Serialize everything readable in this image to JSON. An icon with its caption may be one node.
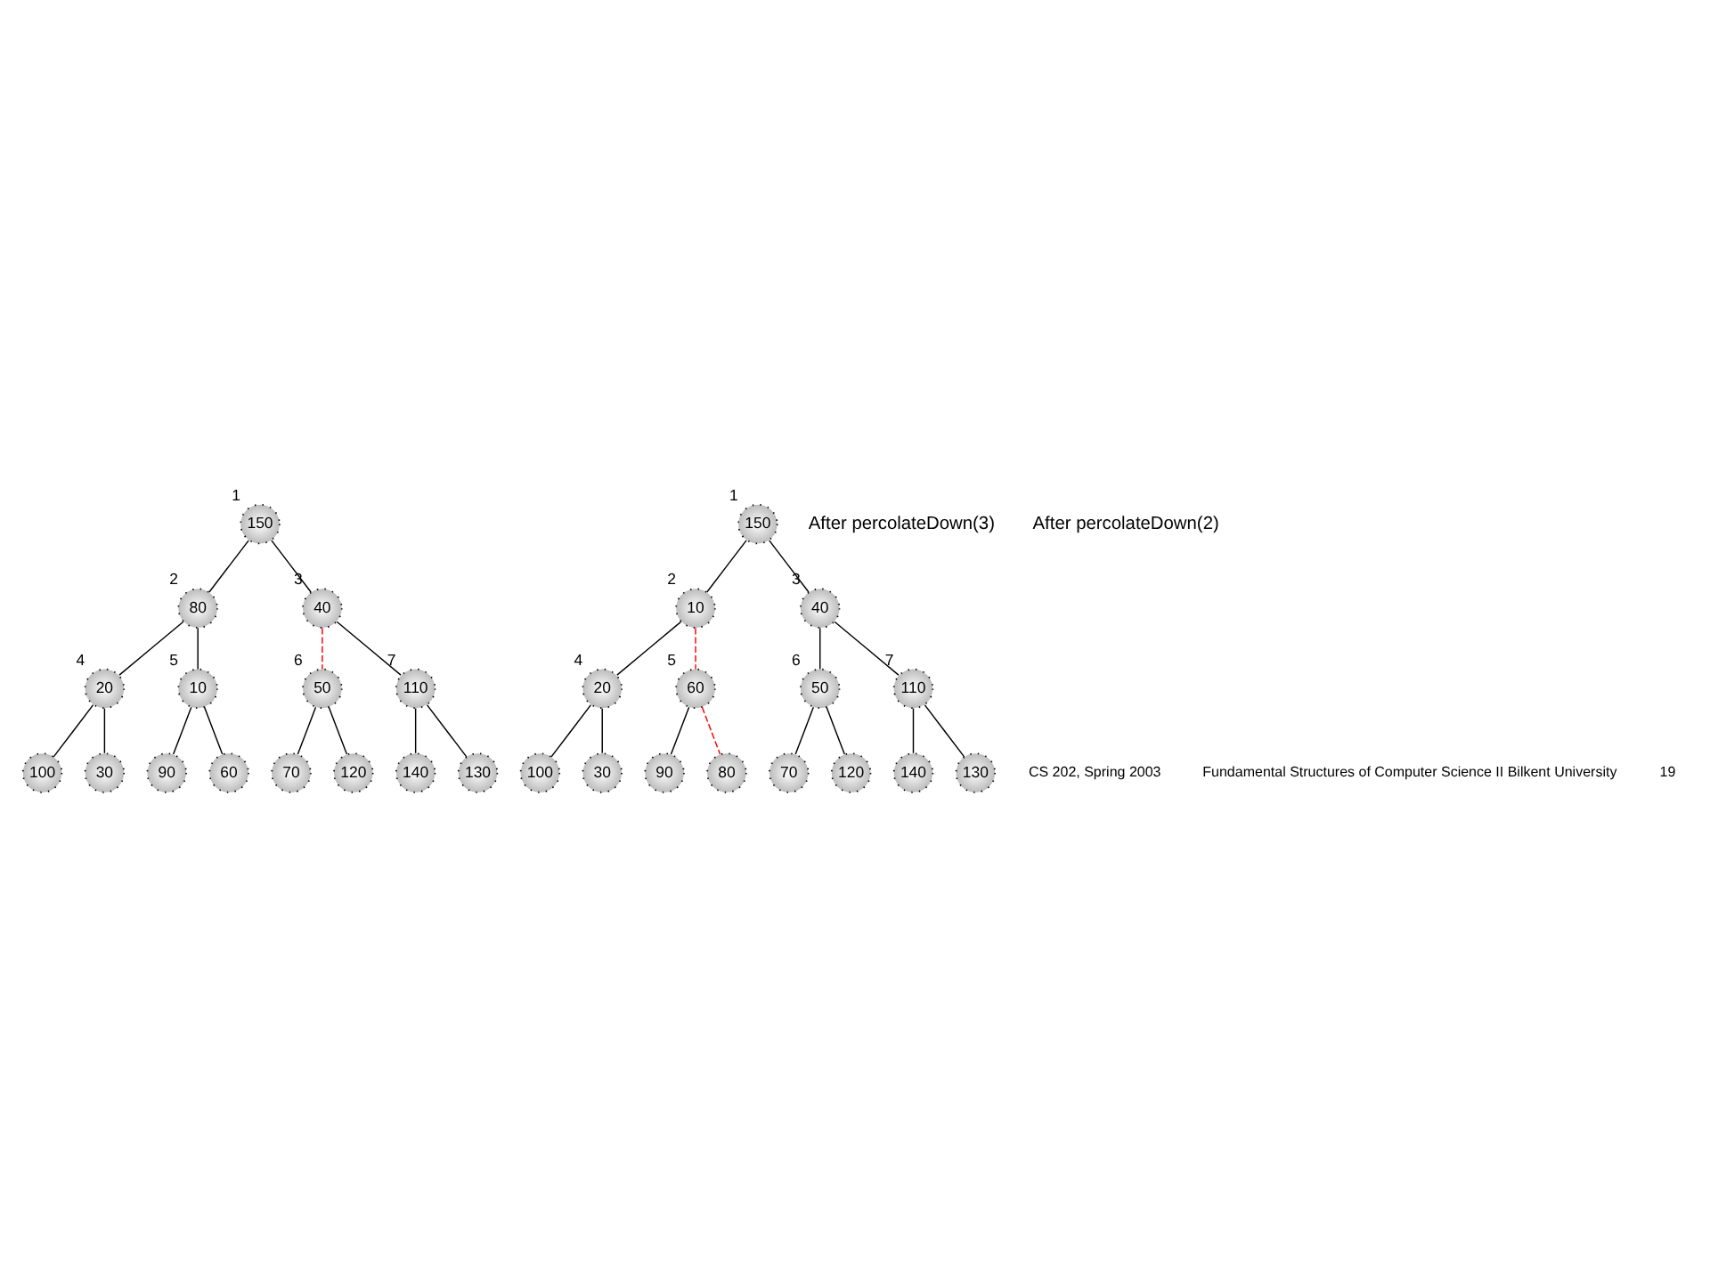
{
  "diagram": {
    "nodes": [
      {
        "text": [
          "150"
        ],
        "beside": [
          "1"
        ]
      },
      {
        "text": [
          "80"
        ],
        "beside": [
          "2"
        ]
      },
      {
        "text": [
          "40"
        ],
        "beside": [
          "3"
        ]
      },
      {
        "text": [
          "20"
        ],
        "beside": [
          "4"
        ]
      },
      {
        "text": [
          "10"
        ],
        "beside": [
          "5"
        ]
      },
      {
        "text": [
          "50"
        ],
        "beside": [
          "6"
        ]
      },
      {
        "text": [
          "110"
        ],
        "beside": [
          "7"
        ]
      },
      {
        "text": [
          "100"
        ]
      },
      {
        "text": [
          "30"
        ]
      },
      {
        "text": [
          "90"
        ]
      },
      {
        "text": [
          "60"
        ]
      },
      {
        "text": [
          "70"
        ]
      },
      {
        "text": [
          "120"
        ]
      },
      {
        "text": [
          "140"
        ]
      },
      {
        "text": [
          "130"
        ]
      },
      {
        "text": [
          "150"
        ],
        "beside": [
          "1"
        ]
      },
      {
        "text": [
          "10"
        ],
        "beside": [
          "2"
        ]
      },
      {
        "text": [
          "40"
        ],
        "beside": [
          "3"
        ]
      },
      {
        "text": [
          "20"
        ],
        "beside": [
          "4"
        ]
      },
      {
        "text": [
          "60"
        ],
        "beside": [
          "5"
        ]
      },
      {
        "text": [
          "50"
        ],
        "beside": [
          "6"
        ]
      },
      {
        "text": [
          "110"
        ],
        "beside": [
          "7"
        ]
      },
      {
        "text": [
          "100"
        ]
      },
      {
        "text": [
          "30"
        ]
      },
      {
        "text": [
          "90"
        ]
      },
      {
        "text": [
          "80"
        ]
      },
      {
        "text": [
          "70"
        ]
      },
      {
        "text": [
          "120"
        ]
      },
      {
        "text": [
          "140"
        ]
      },
      {
        "text": [
          "130"
        ]
      }
    ],
    "edges": [
      {
        "from": 0,
        "to": 1,
        "arrow": "none"
      },
      {
        "from": 0,
        "to": 2,
        "arrow": "none"
      },
      {
        "from": 1,
        "to": 3,
        "arrow": "none"
      },
      {
        "from": 1,
        "to": 4,
        "arrow": "none"
      },
      {
        "from": 2,
        "to": 5,
        "arrow": "none",
        "style": "dashed",
        "color": "#ff0000"
      },
      {
        "from": 2,
        "to": 6,
        "arrow": "none"
      },
      {
        "from": 3,
        "to": 7,
        "arrow": "none"
      },
      {
        "from": 3,
        "to": 8,
        "arrow": "none"
      },
      {
        "from": 4,
        "to": 9,
        "arrow": "none"
      },
      {
        "from": 4,
        "to": 10,
        "arrow": "none"
      },
      {
        "from": 5,
        "to": 11,
        "arrow": "none"
      },
      {
        "from": 5,
        "to": 12,
        "arrow": "none"
      },
      {
        "from": 6,
        "to": 13,
        "arrow": "none"
      },
      {
        "from": 6,
        "to": 14,
        "arrow": "none"
      },
      {
        "from": 15,
        "to": 16,
        "arrow": "none"
      },
      {
        "from": 15,
        "to": 17,
        "arrow": "none"
      },
      {
        "from": 16,
        "to": 18,
        "arrow": "none"
      },
      {
        "from": 16,
        "to": 19,
        "arrow": "none",
        "style": "dashed",
        "color": "#ff0000"
      },
      {
        "from": 17,
        "to": 20,
        "arrow": "none"
      },
      {
        "from": 17,
        "to": 21,
        "arrow": "none"
      },
      {
        "from": 18,
        "to": 22,
        "arrow": "none"
      },
      {
        "from": 18,
        "to": 23,
        "arrow": "none"
      },
      {
        "from": 19,
        "to": 24,
        "arrow": "none"
      },
      {
        "from": 19,
        "to": 25,
        "arrow": "none",
        "style": "dashed",
        "color": "#ff0000"
      },
      {
        "from": 20,
        "to": 26,
        "arrow": "none"
      },
      {
        "from": 20,
        "to": 27,
        "arrow": "none"
      },
      {
        "from": 21,
        "to": 28,
        "arrow": "none"
      },
      {
        "from": 21,
        "to": 29,
        "arrow": "none"
      }
    ],
    "labels": [
      "After percolateDown(3)",
      "After percolateDown(2)",
      "CS 202, Spring 2003",
      "Fundamental Structures of Computer Science II Bilkent University",
      "19"
    ]
  }
}
